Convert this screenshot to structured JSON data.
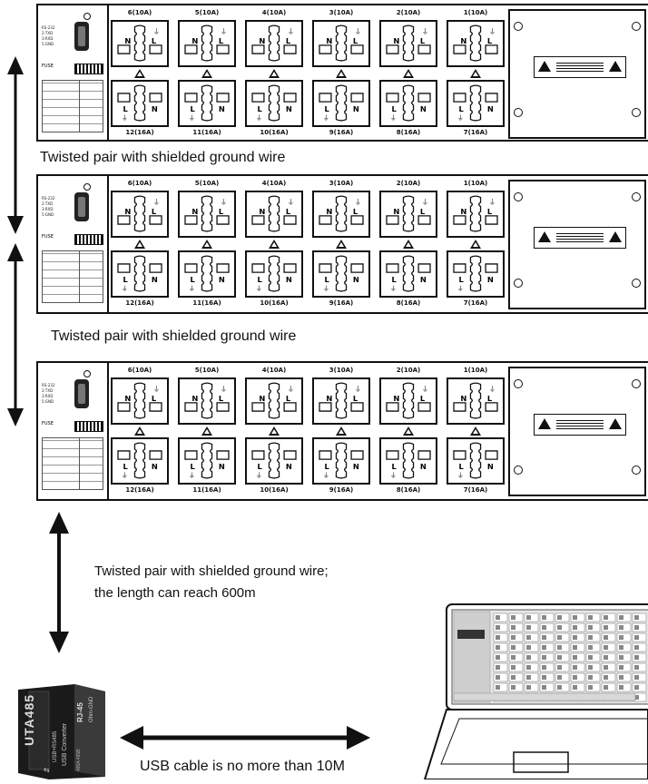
{
  "panel": {
    "port_label": "RS-232",
    "port_pins": [
      "2:TXD",
      "3:RXD",
      "5:GND"
    ],
    "fuse_label": "FUSE",
    "top_sockets": [
      "6(10A)",
      "5(10A)",
      "4(10A)",
      "3(10A)",
      "2(10A)",
      "1(10A)"
    ],
    "bottom_sockets": [
      "12(16A)",
      "11(16A)",
      "10(16A)",
      "9(16A)",
      "8(16A)",
      "7(16A)"
    ]
  },
  "captions": {
    "link1": "Twisted pair with shielded ground wire",
    "link2": "Twisted pair with shielded ground wire",
    "link3_line1": "Twisted pair with shielded ground wire;",
    "link3_line2": "the length can reach 600m",
    "usb": "USB cable is no more than 10M"
  },
  "converter": {
    "brand": "UTA485",
    "line1": "USB+RS485",
    "line2": "USB Converter",
    "tag1": "RJ-45",
    "tag2": "Ohm-GND",
    "tag3": "485A 485B"
  },
  "colors": {
    "ink": "#111111",
    "screen": "#8c8c8c",
    "screen_bg": "#e8e8e8",
    "accent_red": "#cc2222"
  }
}
